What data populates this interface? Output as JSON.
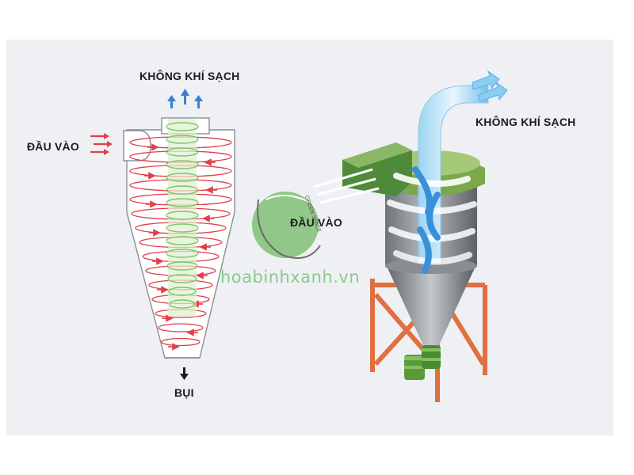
{
  "left_diagram": {
    "clean_air_label": "KHÔNG KHÍ SẠCH",
    "inlet_label": "ĐẦU VÀO",
    "dust_label": "BỤI"
  },
  "right_diagram": {
    "clean_air_label": "KHÔNG KHÍ SẠCH",
    "inlet_label": "ĐẦU VÀO"
  },
  "watermark": {
    "text": "hoabinhxanh.vn",
    "logo_text": "GREEN SPACE"
  },
  "colors": {
    "background_panel": "#eef0f3",
    "outer_vortex": "#e0404a",
    "inner_vortex": "#7fc36a",
    "clean_air_arrow": "#3a7fd0",
    "structure_frame": "#e07040",
    "cyclone_body_green": "#7aa84a",
    "watermark_green": "#7cc080"
  }
}
